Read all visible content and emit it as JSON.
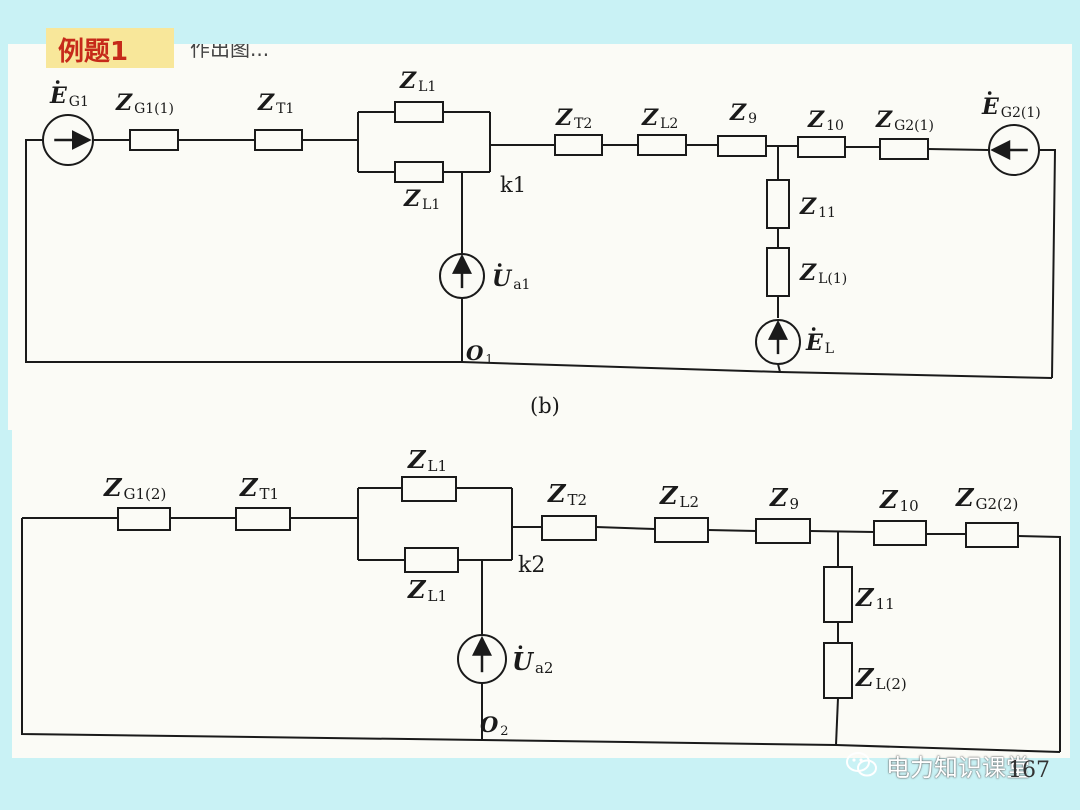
{
  "header": {
    "example_label": "例题1",
    "partial_text": "作出图..."
  },
  "figure_b": {
    "caption": "(b)",
    "sources": {
      "eg1": {
        "symbol": "E",
        "sub": "G1"
      },
      "eg2": {
        "symbol": "E",
        "sub": "G2(1)"
      },
      "ua1": {
        "symbol": "U",
        "sub": "a1"
      },
      "el": {
        "symbol": "E",
        "sub": "L"
      }
    },
    "impedances": {
      "zg1": {
        "symbol": "Z",
        "sub": "G1(1)"
      },
      "zt1": {
        "symbol": "Z",
        "sub": "T1"
      },
      "zl1_top": {
        "symbol": "Z",
        "sub": "L1"
      },
      "zl1_bottom": {
        "symbol": "Z",
        "sub": "L1"
      },
      "zt2": {
        "symbol": "Z",
        "sub": "T2"
      },
      "zl2": {
        "symbol": "Z",
        "sub": "L2"
      },
      "z9": {
        "symbol": "Z",
        "sub": "9"
      },
      "z10": {
        "symbol": "Z",
        "sub": "10"
      },
      "zg2": {
        "symbol": "Z",
        "sub": "G2(1)"
      },
      "z11": {
        "symbol": "Z",
        "sub": "11"
      },
      "zl": {
        "symbol": "Z",
        "sub": "L(1)"
      }
    },
    "nodes": {
      "fault": "k1",
      "ref": {
        "symbol": "O",
        "sub": "1"
      }
    }
  },
  "figure_c": {
    "sources": {
      "ua2": {
        "symbol": "U",
        "sub": "a2"
      }
    },
    "impedances": {
      "zg1": {
        "symbol": "Z",
        "sub": "G1(2)"
      },
      "zt1": {
        "symbol": "Z",
        "sub": "T1"
      },
      "zl1_top": {
        "symbol": "Z",
        "sub": "L1"
      },
      "zl1_bottom": {
        "symbol": "Z",
        "sub": "L1"
      },
      "zt2": {
        "symbol": "Z",
        "sub": "T2"
      },
      "zl2": {
        "symbol": "Z",
        "sub": "L2"
      },
      "z9": {
        "symbol": "Z",
        "sub": "9"
      },
      "z10": {
        "symbol": "Z",
        "sub": "10"
      },
      "zg2": {
        "symbol": "Z",
        "sub": "G2(2)"
      },
      "z11": {
        "symbol": "Z",
        "sub": "11"
      },
      "zl": {
        "symbol": "Z",
        "sub": "L(2)"
      }
    },
    "nodes": {
      "fault": "k2",
      "ref": {
        "symbol": "O",
        "sub": "2"
      }
    }
  },
  "footer": {
    "watermark": "电力知识课堂",
    "page_number": "167"
  },
  "colors": {
    "background": "#c9f2f5",
    "paper": "#fbfbf6",
    "ink": "#1a1a1a",
    "tag_bg": "#f8e79a",
    "tag_text": "#c62a1a"
  }
}
